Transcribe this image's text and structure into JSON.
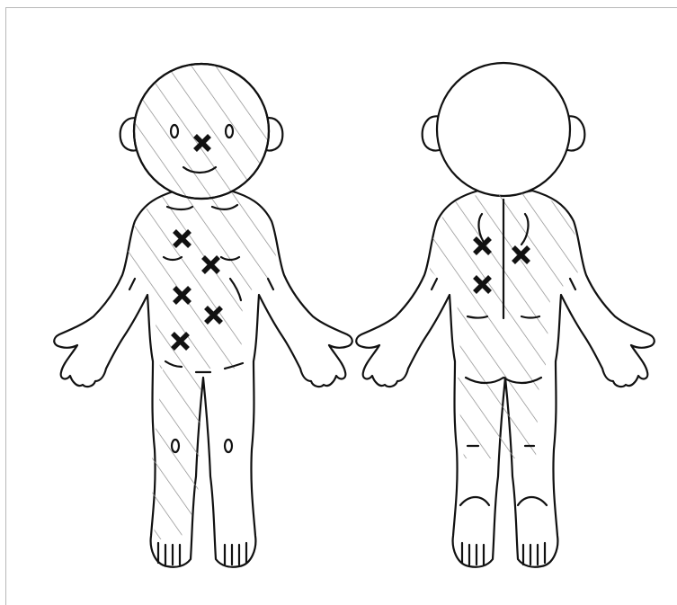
{
  "figures": [
    {
      "name": "front-view",
      "hatch_regions": [
        "face",
        "front-torso",
        "left-leg-front"
      ]
    },
    {
      "name": "back-view",
      "hatch_regions": [
        "back-torso",
        "buttocks"
      ]
    }
  ],
  "marker_symbol": "×",
  "marker_count": {
    "front": 6,
    "back": 3
  },
  "colors": {
    "outline": "#111111",
    "hatch": "#8a8a8a",
    "marker": "#111111",
    "background": "#ffffff"
  }
}
